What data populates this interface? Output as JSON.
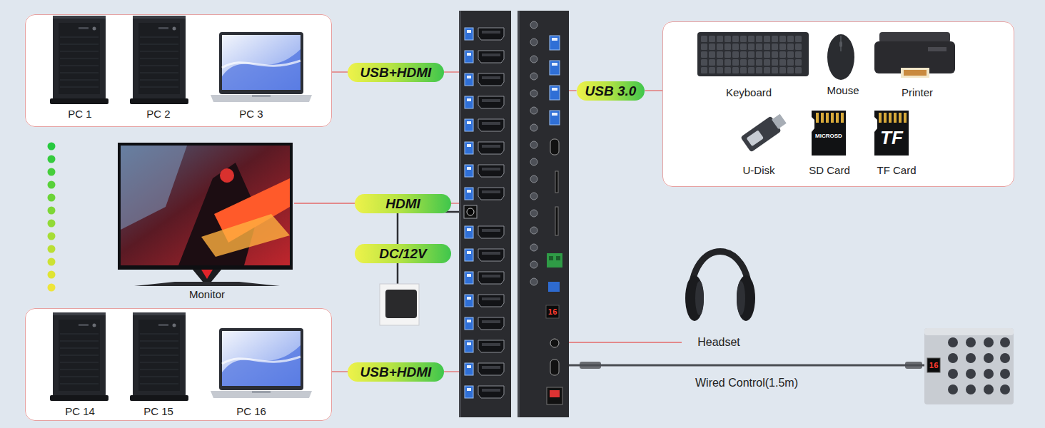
{
  "diagram": {
    "nodes": [
      {
        "text": [
          "PC 1",
          "PC 2",
          "PC 3"
        ]
      },
      {
        "text": [
          "USB+HDMI"
        ]
      },
      {
        "text": [
          "Monitor"
        ]
      },
      {
        "text": [
          "HDMI"
        ]
      },
      {
        "text": [
          "DC/12V"
        ]
      },
      {
        "text": [
          "PC 14",
          "PC 15",
          "PC 16"
        ]
      },
      {
        "text": [
          "USB+HDMI"
        ]
      },
      {
        "text": [
          "16"
        ]
      },
      {
        "text": [
          "USB 3.0"
        ]
      },
      {
        "text": [
          "Keyboard",
          "Mouse",
          "Printer",
          "U-Disk",
          "SD Card",
          "TF Card"
        ]
      },
      {
        "text": [
          "Headset"
        ]
      },
      {
        "text": [
          "16"
        ]
      }
    ],
    "edges": [
      {
        "from": 0,
        "to": 1,
        "arrow": "none"
      },
      {
        "from": 1,
        "to": 7,
        "arrow": "none"
      },
      {
        "from": 2,
        "to": 3,
        "arrow": "none"
      },
      {
        "from": 3,
        "to": 7,
        "arrow": "none"
      },
      {
        "from": 5,
        "to": 6,
        "arrow": "none"
      },
      {
        "from": 6,
        "to": 7,
        "arrow": "none"
      },
      {
        "from": 7,
        "to": 8,
        "arrow": "none"
      },
      {
        "from": 8,
        "to": 9,
        "arrow": "none"
      },
      {
        "from": 7,
        "to": 10,
        "arrow": "none"
      },
      {
        "from": 7,
        "to": 11,
        "label": "Wired Control(1.5m)",
        "arrow": "none"
      }
    ],
    "labels": [
      "MICROSD",
      "TF"
    ]
  }
}
